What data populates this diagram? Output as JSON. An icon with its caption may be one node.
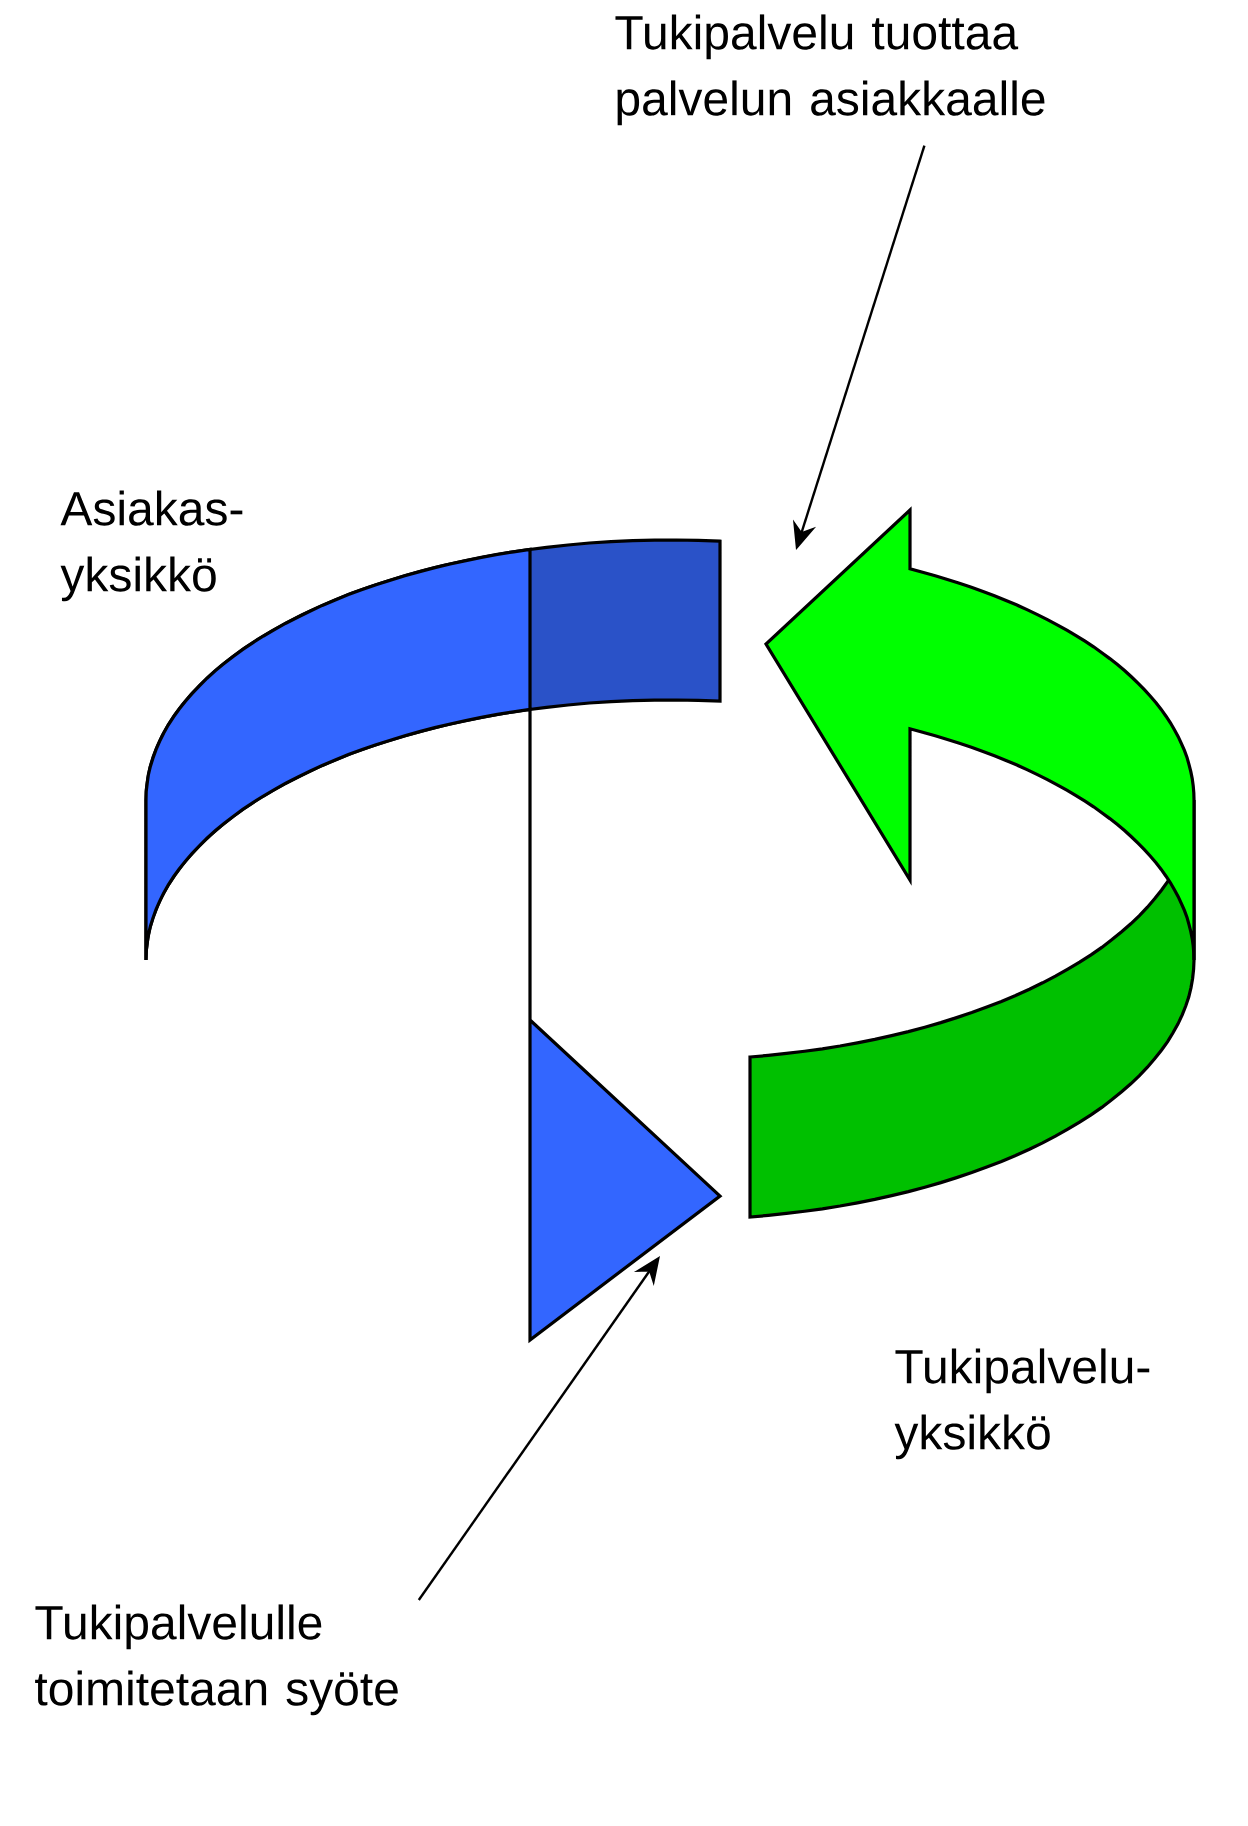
{
  "diagram": {
    "nodes": [
      {
        "text": [
          "Tukipalvelu tuottaa palvelun asiakkaalle"
        ]
      },
      {
        "text": [
          "Tukipalvelulle toimitetaan syöte"
        ]
      }
    ],
    "edges": [
      {
        "from": 0,
        "to": null,
        "arrow": "to"
      },
      {
        "from": 1,
        "to": null,
        "arrow": "to"
      }
    ],
    "labels": [
      "Asiakas-yksikkö",
      "Tukipalvelu-yksikkö"
    ]
  }
}
